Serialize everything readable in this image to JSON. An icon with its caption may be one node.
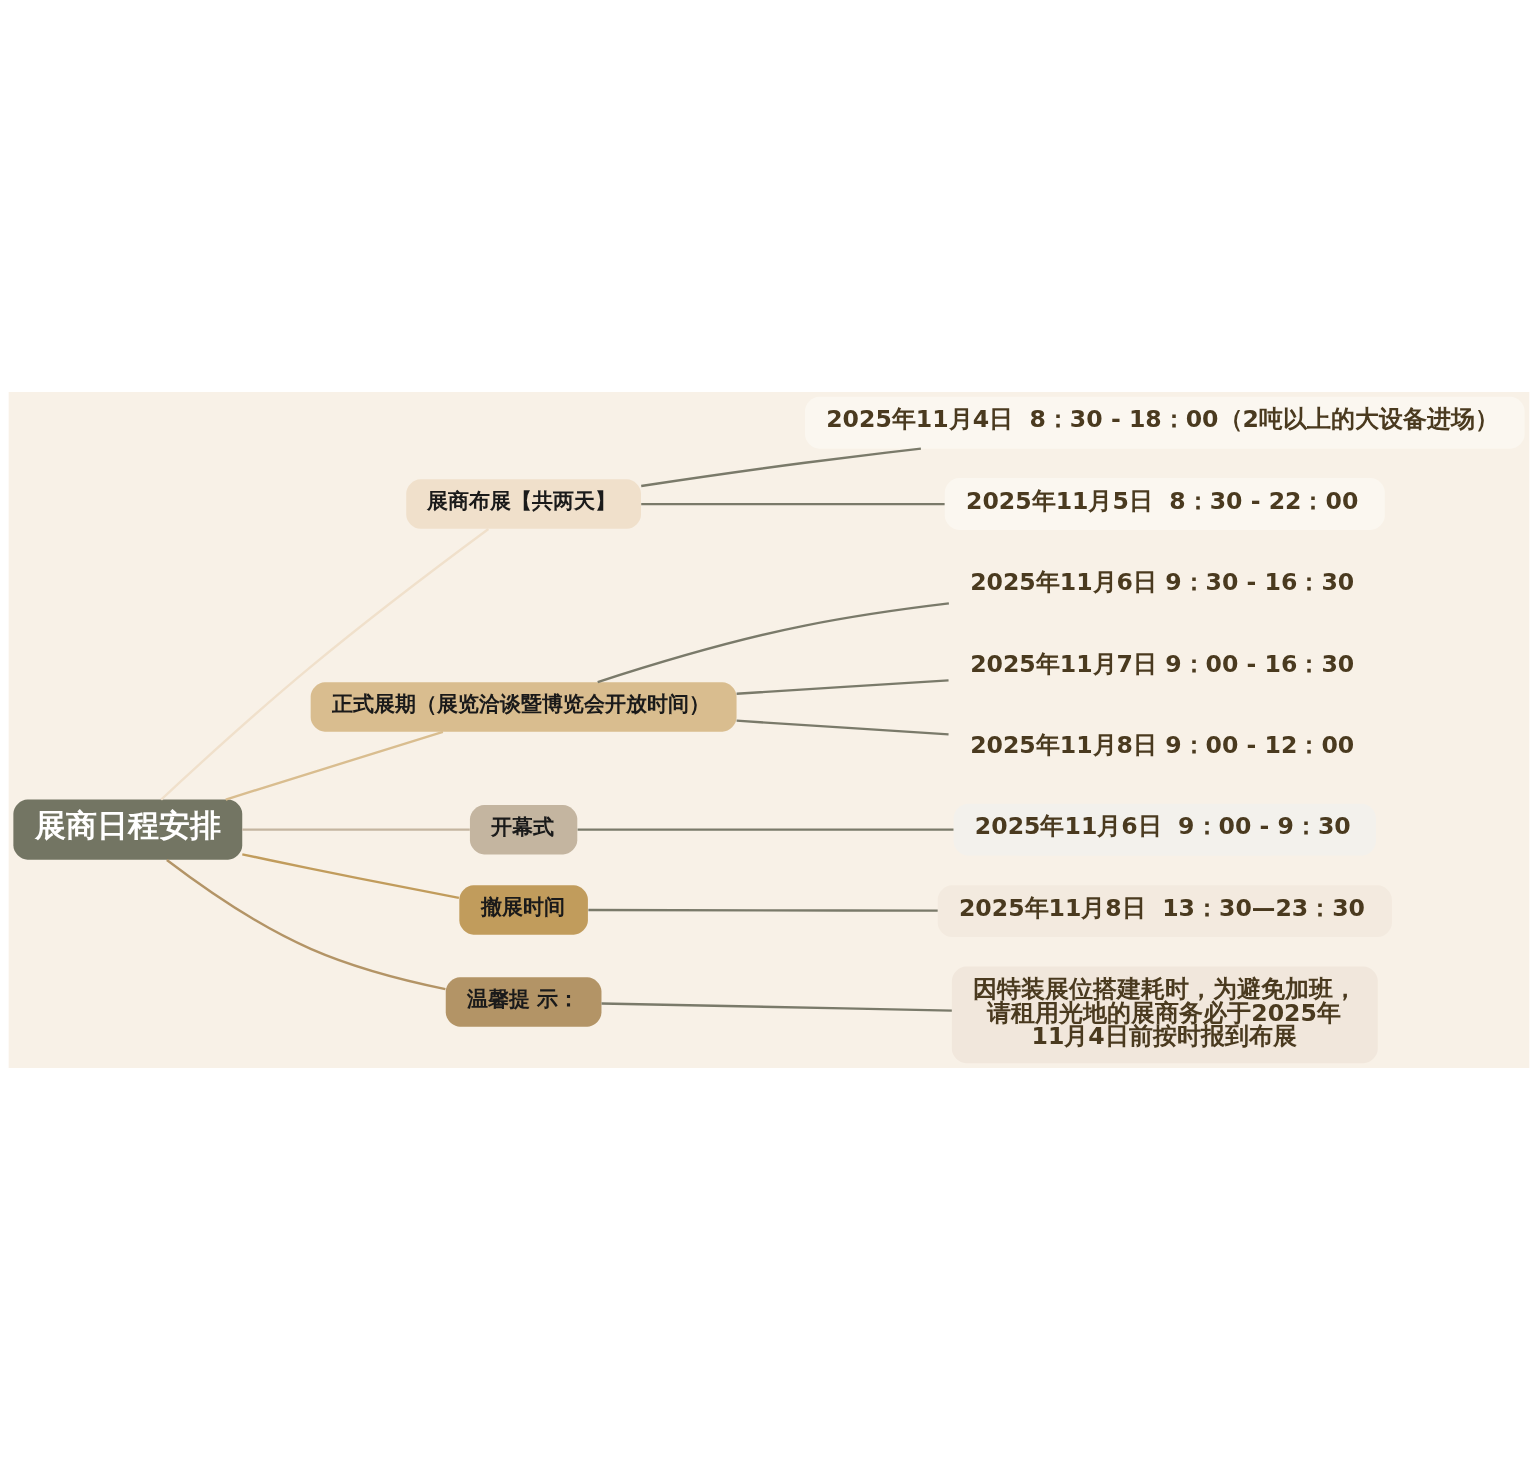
{
  "diagram": {
    "nodes": [
      {
        "text": [
          "展商日程安排"
        ]
      },
      {
        "text": [
          "展商布展【共两天】"
        ]
      },
      {
        "text": [
          "2025年11月4日  8：30 - 18：00（2吨以上的大设备进场）"
        ]
      },
      {
        "text": [
          "2025年11月5日  8：30 - 22：00"
        ]
      },
      {
        "text": [
          "正式展期（展览洽谈暨博览会开放时间）"
        ]
      },
      {
        "text": [
          "2025年11月6日 9：30 - 16：30"
        ]
      },
      {
        "text": [
          "2025年11月7日 9：00 - 16：30"
        ]
      },
      {
        "text": [
          "2025年11月8日 9：00 - 12：00"
        ]
      },
      {
        "text": [
          "开幕式"
        ]
      },
      {
        "text": [
          "2025年11月6日  9：00 - 9：30"
        ]
      },
      {
        "text": [
          "撤展时间"
        ]
      },
      {
        "text": [
          "2025年11月8日  13：30—23：30"
        ]
      },
      {
        "text": [
          "温馨提 示："
        ]
      },
      {
        "text": [
          "因特装展位搭建耗时，为避免加班，请租用光地的展商务必于2025年11月4日前按时报到布展"
        ]
      }
    ],
    "edges": [
      {
        "from": 0,
        "to": 1,
        "arrow": "none",
        "color": "#f0e0cb"
      },
      {
        "from": 1,
        "to": 2,
        "arrow": "none"
      },
      {
        "from": 1,
        "to": 3,
        "arrow": "none"
      },
      {
        "from": 0,
        "to": 4,
        "arrow": "none",
        "color": "#d9bd8f"
      },
      {
        "from": 4,
        "to": 5,
        "arrow": "none"
      },
      {
        "from": 4,
        "to": 6,
        "arrow": "none"
      },
      {
        "from": 4,
        "to": 7,
        "arrow": "none"
      },
      {
        "from": 0,
        "to": 8,
        "arrow": "none",
        "color": "#c4b5a0"
      },
      {
        "from": 8,
        "to": 9,
        "arrow": "none"
      },
      {
        "from": 0,
        "to": 10,
        "arrow": "none",
        "color": "#c19c5c"
      },
      {
        "from": 10,
        "to": 11,
        "arrow": "none"
      },
      {
        "from": 0,
        "to": 12,
        "arrow": "none",
        "color": "#b39466"
      },
      {
        "from": 12,
        "to": 13,
        "arrow": "none"
      }
    ]
  }
}
